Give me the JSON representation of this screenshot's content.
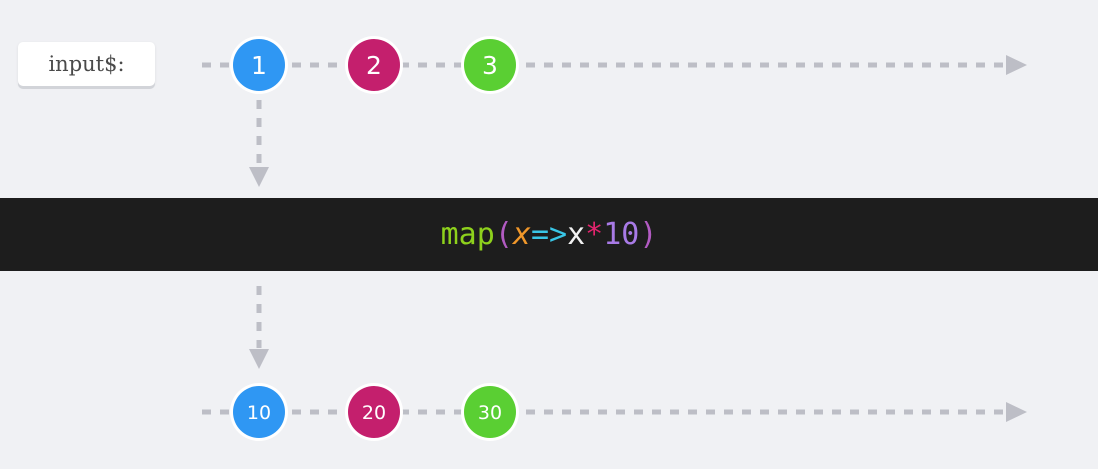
{
  "input_label": "input$:",
  "operator": {
    "fn": "map",
    "open_paren": "(",
    "param": "x",
    "arrow": "=>",
    "var": "x",
    "op": "*",
    "num": "10",
    "close_paren": ")"
  },
  "colors": {
    "blue": "#2f97f3",
    "magenta": "#c41f6d",
    "green": "#5acf33",
    "dash": "#bdbec6",
    "bar": "#1d1d1d"
  },
  "input_stream": {
    "marbles": [
      {
        "label": "1",
        "color": "blue"
      },
      {
        "label": "2",
        "color": "magenta"
      },
      {
        "label": "3",
        "color": "green"
      }
    ]
  },
  "output_stream": {
    "marbles": [
      {
        "label": "10",
        "color": "blue"
      },
      {
        "label": "20",
        "color": "magenta"
      },
      {
        "label": "30",
        "color": "green"
      }
    ]
  }
}
